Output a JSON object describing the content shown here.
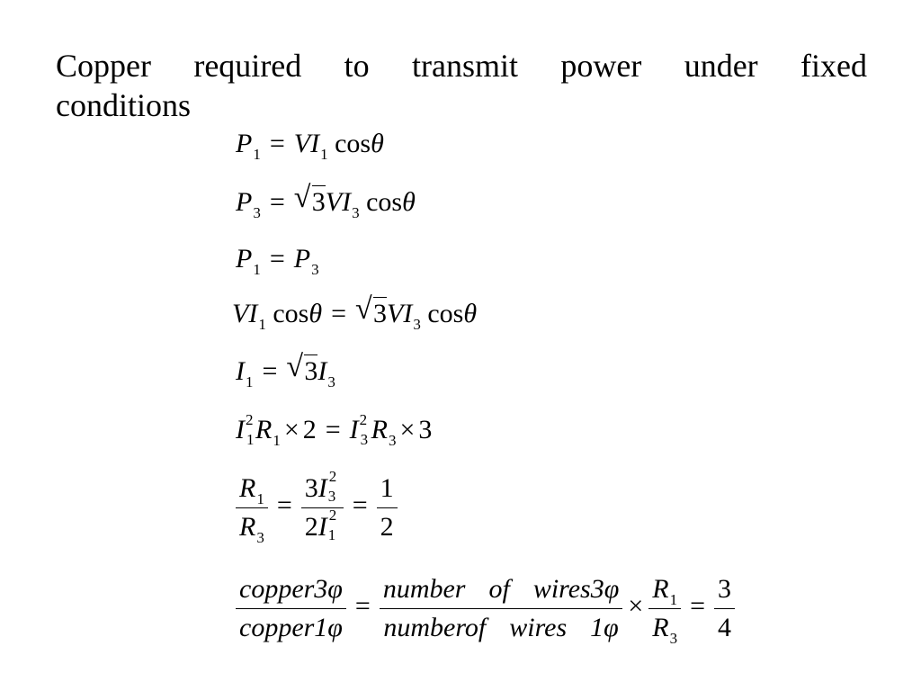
{
  "title": {
    "line1_words": [
      "Copper",
      "required",
      "to",
      "transmit",
      "power",
      "under",
      "fixed"
    ],
    "line2": "conditions"
  },
  "eq1": {
    "lhs": "P",
    "lhs_sub": "1",
    "eq": "=",
    "v": "VI",
    "v_sub": "1",
    "cos": "cos",
    "theta": "θ"
  },
  "eq2": {
    "lhs": "P",
    "lhs_sub": "3",
    "eq": "=",
    "sqrt": "√",
    "sqrt_arg": "3",
    "v": "VI",
    "v_sub": "3",
    "cos": "cos",
    "theta": "θ"
  },
  "eq3": {
    "lhs": "P",
    "lhs_sub": "1",
    "eq": "=",
    "rhs": "P",
    "rhs_sub": "3"
  },
  "eq4": {
    "v": "VI",
    "v_sub": "1",
    "cos": "cos",
    "theta": "θ",
    "eq": "=",
    "sqrt": "√",
    "sqrt_arg": "3",
    "v2": "VI",
    "v2_sub": "3",
    "cos2": "cos",
    "theta2": "θ"
  },
  "eq5": {
    "lhs": "I",
    "lhs_sub": "1",
    "eq": "=",
    "sqrt": "√",
    "sqrt_arg": "3",
    "rhs": "I",
    "rhs_sub": "3"
  },
  "eq6": {
    "i1": "I",
    "i1_sup": "2",
    "i1_sub": "1",
    "r1": "R",
    "r1_sub": "1",
    "times": "×",
    "n1": "2",
    "eq": "=",
    "i3": "I",
    "i3_sup": "2",
    "i3_sub": "3",
    "r3": "R",
    "r3_sub": "3",
    "times2": "×",
    "n2": "3"
  },
  "eq7": {
    "f1_num": "R",
    "f1_num_sub": "1",
    "f1_den": "R",
    "f1_den_sub": "3",
    "eq": "=",
    "f2_num_coef": "3",
    "f2_num": "I",
    "f2_num_sup": "2",
    "f2_num_sub": "3",
    "f2_den_coef": "2",
    "f2_den": "I",
    "f2_den_sup": "2",
    "f2_den_sub": "1",
    "eq2": "=",
    "f3_num": "1",
    "f3_den": "2"
  },
  "eq8": {
    "f1_num": "copper3φ",
    "f1_den": "copper1φ",
    "eq": "=",
    "f2_num_a": "number",
    "f2_num_b": "of",
    "f2_num_c": "wires3φ",
    "f2_den_a": "numberof",
    "f2_den_b": "wires",
    "f2_den_c": "1φ",
    "times": "×",
    "f3_num": "R",
    "f3_num_sub": "1",
    "f3_den": "R",
    "f3_den_sub": "3",
    "eq2": "=",
    "f4_num": "3",
    "f4_den": "4"
  }
}
